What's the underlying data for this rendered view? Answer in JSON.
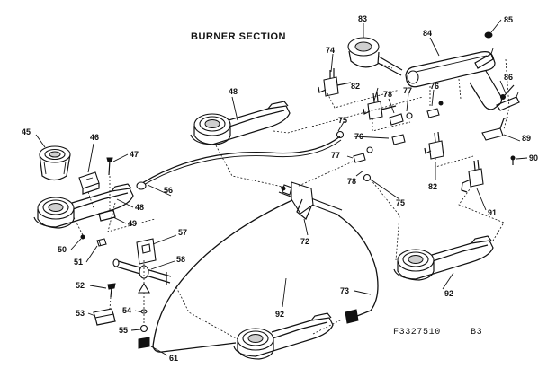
{
  "title": "BURNER SECTION",
  "drawing_code": "F3327510",
  "sheet": "B3",
  "part_labels": {
    "p45": "45",
    "p46": "46",
    "p47": "47",
    "p48a": "48",
    "p48b": "48",
    "p49": "49",
    "p50": "50",
    "p51": "51",
    "p52": "52",
    "p53": "53",
    "p54": "54",
    "p55": "55",
    "p56": "56",
    "p57": "57",
    "p58": "58",
    "p61": "61",
    "p72": "72",
    "p73": "73",
    "p74": "74",
    "p75a": "75",
    "p75b": "75",
    "p76a": "76",
    "p76b": "76",
    "p77a": "77",
    "p77b": "77",
    "p78a": "78",
    "p78b": "78",
    "p82a": "82",
    "p82b": "82",
    "p83": "83",
    "p84": "84",
    "p85": "85",
    "p86": "86",
    "p89": "89",
    "p90": "90",
    "p91": "91",
    "p92a": "92",
    "p92b": "92"
  }
}
